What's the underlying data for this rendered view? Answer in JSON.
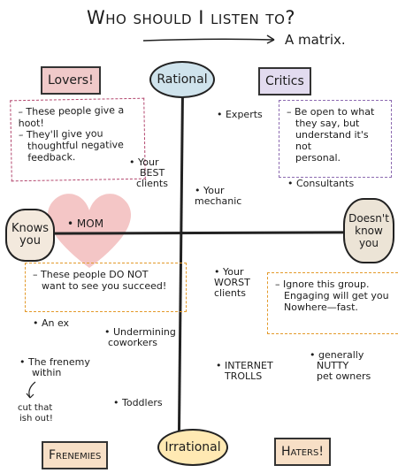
{
  "title": "Who should I listen to?",
  "subtitle": "A matrix.",
  "axes": {
    "top": "Rational",
    "bottom": "Irrational",
    "left": [
      "Knows",
      "you"
    ],
    "right": [
      "Doesn't",
      "know",
      "you"
    ]
  },
  "quadrant_tags": {
    "lovers": "Lovers!",
    "critics": "Critics",
    "frenemies": "Frenemies",
    "haters": "Haters!"
  },
  "notes": {
    "lovers": [
      "– These people give a hoot!",
      "– They'll give you",
      "thoughtful negative",
      "feedback."
    ],
    "critics": [
      "– Be open to what",
      "they say, but",
      "understand it's not",
      "personal."
    ],
    "undermine": [
      "– These people DO NOT",
      "want to see you succeed!"
    ],
    "ignore": [
      "– Ignore this group.",
      "Engaging will get you",
      "Nowhere—fast."
    ]
  },
  "items": {
    "experts": "• Experts",
    "best_clients": [
      "• Your",
      "BEST",
      "clients"
    ],
    "mechanic": [
      "• Your",
      "mechanic"
    ],
    "consultants": "• Consultants",
    "mom": "• MOM",
    "worst_clients": [
      "• Your",
      "WORST",
      "clients"
    ],
    "an_ex": "• An ex",
    "coworkers": [
      "• Undermining",
      "coworkers"
    ],
    "frenemy": [
      "• The frenemy",
      "within"
    ],
    "cut_that": [
      "cut that",
      "ish out!"
    ],
    "toddlers": "• Toddlers",
    "trolls": [
      "• INTERNET",
      "TROLLS"
    ],
    "pet_owners": [
      "• generally",
      "NUTTY",
      "pet owners"
    ]
  },
  "colors": {
    "rational": "#cfe3ec",
    "irrational": "#ffe9b3",
    "lovers": "#f0c9c9",
    "critics": "#e2dbef",
    "frenemies": "#f7dfc6",
    "heart": "#f4c6c6"
  }
}
